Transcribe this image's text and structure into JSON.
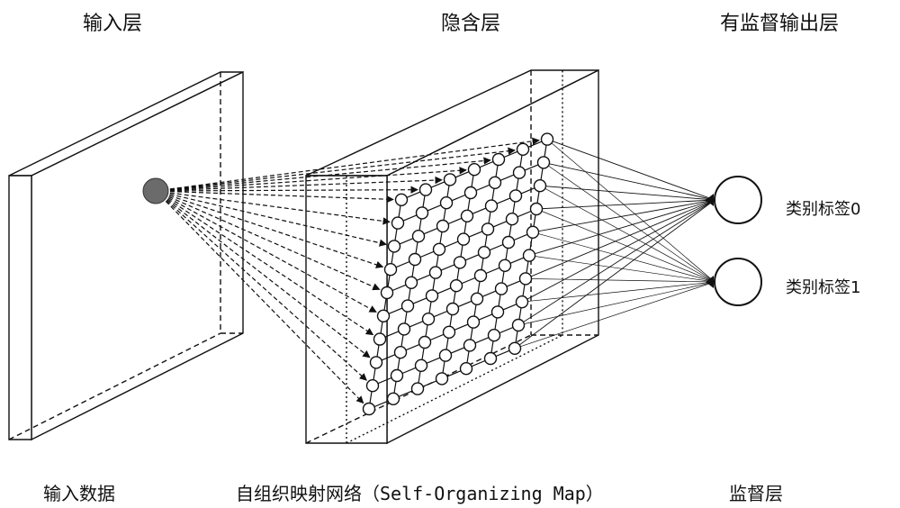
{
  "headings": {
    "input": "输入层",
    "hidden": "隐含层",
    "output": "有监督输出层"
  },
  "captions": {
    "input": "输入数据",
    "som_prefix": "自组织映射网络（",
    "som_en": "Self-Organizing Map",
    "som_suffix": "）",
    "supervision": "监督层"
  },
  "outputs": [
    {
      "label": "类别标签0"
    },
    {
      "label": "类别标签1"
    }
  ],
  "som": {
    "rows": 10,
    "cols": 7
  },
  "colors": {
    "line": "#111111",
    "input_node": "#6b6b6b",
    "node_fill": "#ffffff"
  }
}
